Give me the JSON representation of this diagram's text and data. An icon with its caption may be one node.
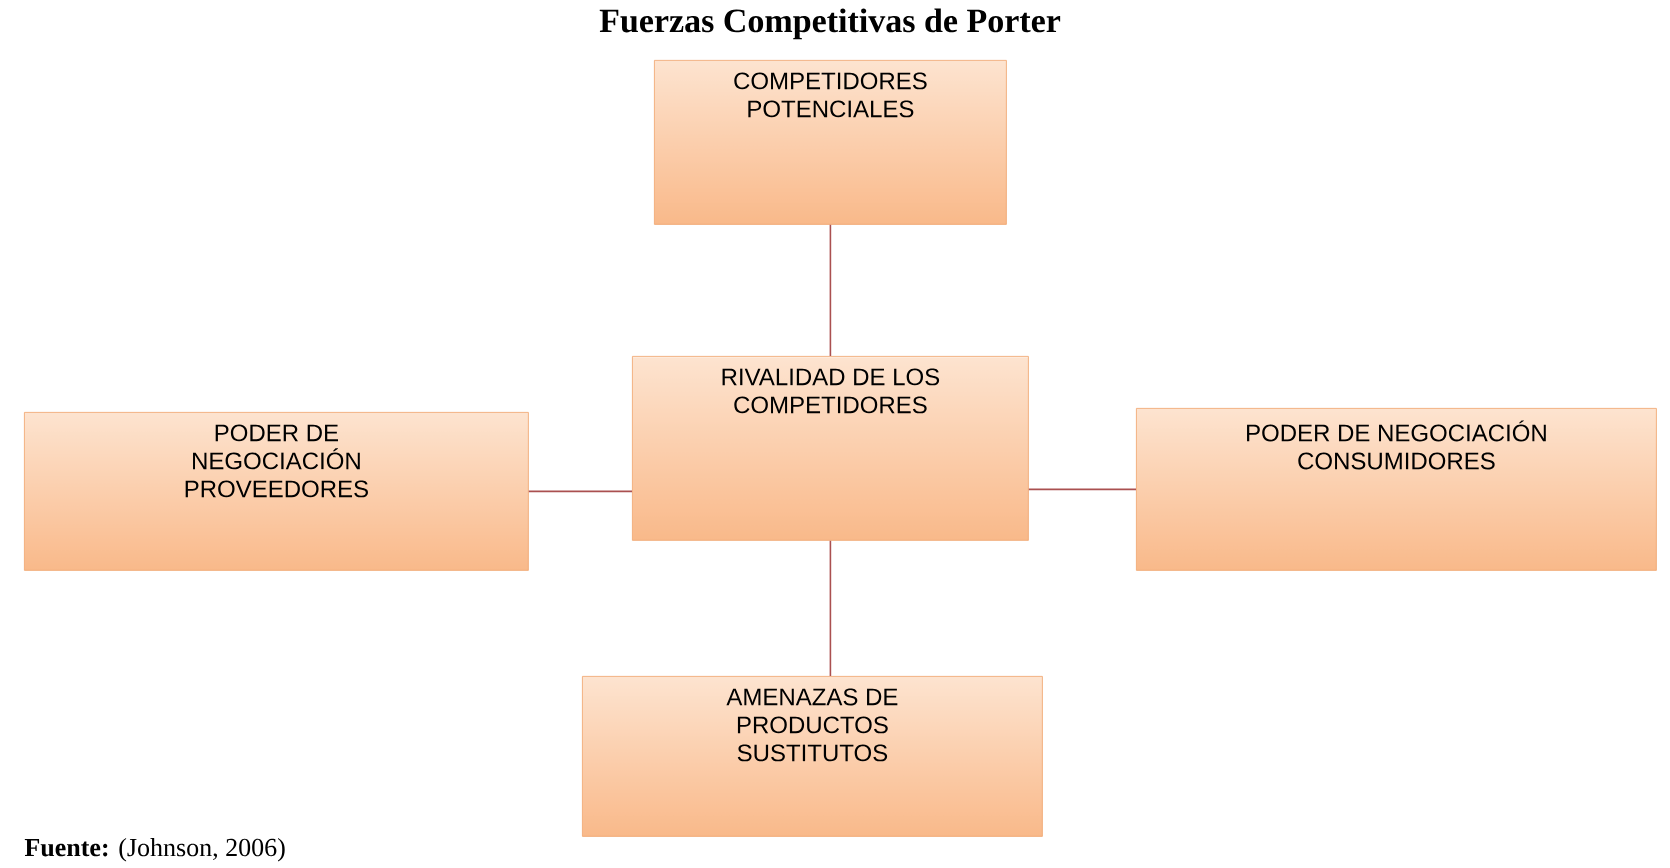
{
  "diagram": {
    "title": "Fuerzas Competitivas de Porter",
    "nodes": [
      {
        "text": [
          "COMPETIDORES POTENCIALES"
        ]
      },
      {
        "text": [
          "RIVALIDAD DE LOS COMPETIDORES"
        ]
      },
      {
        "text": [
          "PODER DE NEGOCIACIÓN PROVEEDORES"
        ]
      },
      {
        "text": [
          "PODER DE NEGOCIACIÓN CONSUMIDORES"
        ]
      },
      {
        "text": [
          "AMENAZAS DE PRODUCTOS SUSTITUTOS"
        ]
      }
    ],
    "edges": [
      {
        "from": 1,
        "to": 0,
        "arrow": "none"
      },
      {
        "from": 1,
        "to": 2,
        "arrow": "none"
      },
      {
        "from": 1,
        "to": 3,
        "arrow": "none"
      },
      {
        "from": 1,
        "to": 4,
        "arrow": "none"
      }
    ],
    "labels": [
      "**Fuente:** (Johnson, 2006)"
    ]
  }
}
